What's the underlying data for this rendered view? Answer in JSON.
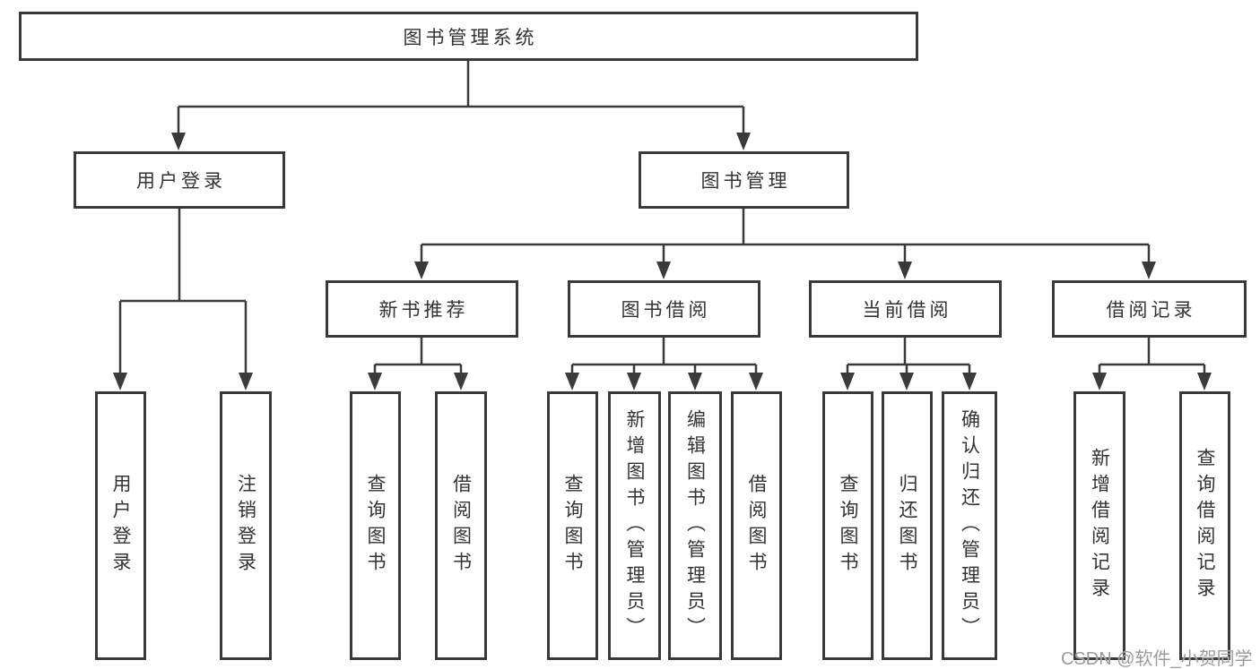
{
  "tree": {
    "root": {
      "label": "图书管理系统"
    },
    "children": [
      {
        "label": "用户登录",
        "children": [
          {
            "label": "用户登录"
          },
          {
            "label": "注销登录"
          }
        ]
      },
      {
        "label": "图书管理",
        "children": [
          {
            "label": "新书推荐",
            "children": [
              {
                "label": "查询图书"
              },
              {
                "label": "借阅图书"
              }
            ]
          },
          {
            "label": "图书借阅",
            "children": [
              {
                "label": "查询图书"
              },
              {
                "label": "新增图书（管理员）"
              },
              {
                "label": "编辑图书（管理员）"
              },
              {
                "label": "借阅图书"
              }
            ]
          },
          {
            "label": "当前借阅",
            "children": [
              {
                "label": "查询图书"
              },
              {
                "label": "归还图书"
              },
              {
                "label": "确认归还（管理员）"
              }
            ]
          },
          {
            "label": "借阅记录",
            "children": [
              {
                "label": "新增借阅记录"
              },
              {
                "label": "查询借阅记录"
              }
            ]
          }
        ]
      }
    ]
  },
  "watermark": "CSDN @软件_小贺同学",
  "colors": {
    "line": "#3a3a3a",
    "text": "#333333",
    "watermark": "#9b9b9b",
    "background": "#ffffff"
  }
}
